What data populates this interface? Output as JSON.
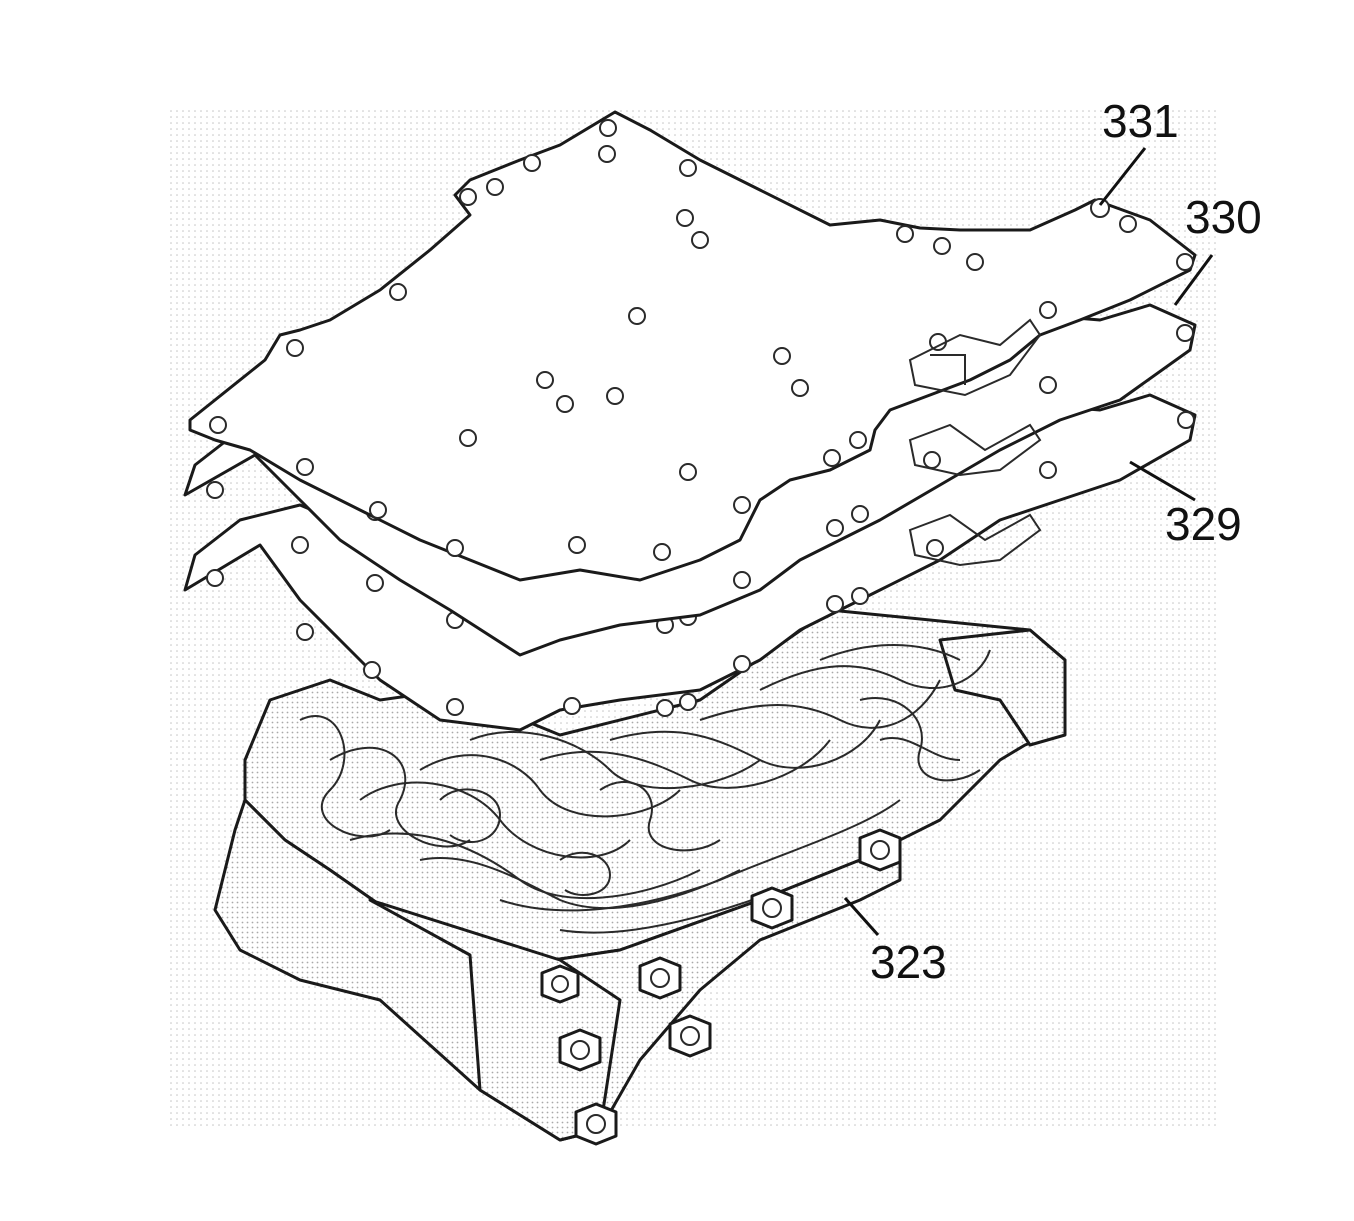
{
  "callouts": {
    "c331": "331",
    "c330": "330",
    "c329": "329",
    "c323": "323"
  },
  "colors": {
    "line": "#1a1a1a",
    "background": "#ffffff",
    "stipple": "#bdbdbd"
  }
}
